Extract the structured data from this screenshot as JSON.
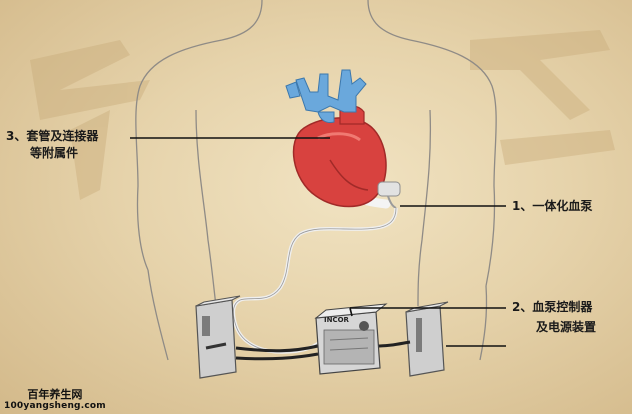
{
  "labels": {
    "cannula": {
      "line1": "3、套管及连接器",
      "line2": "等附属件"
    },
    "pump": {
      "line1": "1、一体化血泵"
    },
    "controller": {
      "line1": "2、血泵控制器",
      "line2": "及电源装置"
    }
  },
  "device": {
    "controller_brand": "INCOR"
  },
  "watermark": {
    "name": "百年养生网",
    "url": "100yangsheng.com"
  },
  "colors": {
    "background": "#e6d3ab",
    "heart": "#d8423f",
    "aorta": "#6aa8dc",
    "tube": "#f4f4f4",
    "device_body": "#cfcfcf",
    "leader_line": "#111111"
  }
}
